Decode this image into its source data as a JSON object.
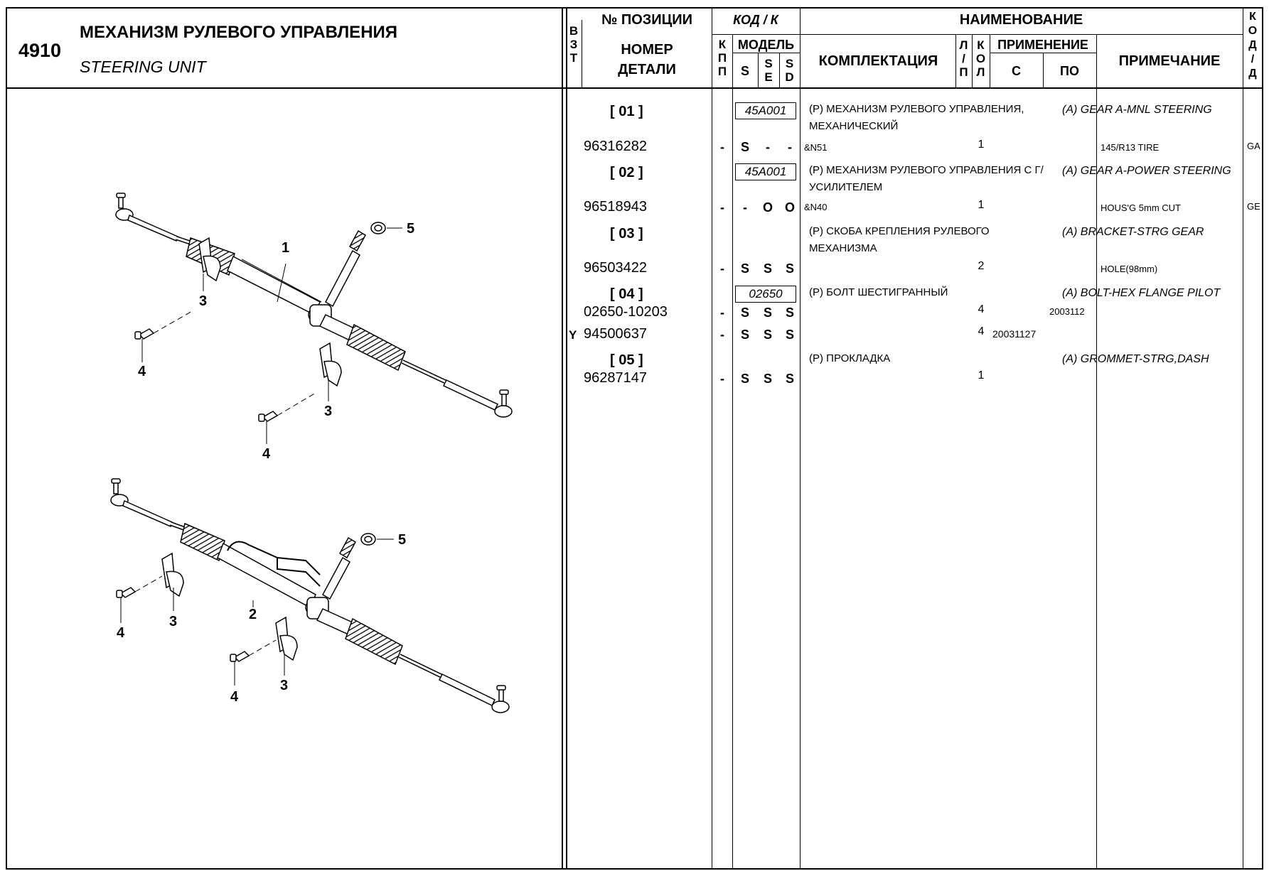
{
  "header": {
    "section_number": "4910",
    "title_ru": "МЕХАНИЗМ РУЛЕВОГО УПРАВЛЕНИЯ",
    "title_en": "STEERING UNIT",
    "col_vzt": [
      "В",
      "З",
      "Т"
    ],
    "col_position_top": "№ ПОЗИЦИИ",
    "col_part_number": [
      "НОМЕР",
      "ДЕТАЛИ"
    ],
    "col_code": "КОД / К",
    "col_kpp": [
      "К",
      "П",
      "П"
    ],
    "col_model": "МОДЕЛЬ",
    "col_model_s": "S",
    "col_model_se": [
      "S",
      "E"
    ],
    "col_model_sd": [
      "S",
      "D"
    ],
    "col_name": "НАИМЕНОВАНИЕ",
    "col_kit": "КОМПЛЕКТАЦИЯ",
    "col_lp": [
      "Л",
      "/",
      "П"
    ],
    "col_qty": [
      "К",
      "О",
      "Л"
    ],
    "col_application": "ПРИМЕНЕНИЕ",
    "col_from": "С",
    "col_to": "ПО",
    "col_note": "ПРИМЕЧАНИЕ",
    "col_kod_d": [
      "К",
      "О",
      "Д",
      "/",
      "Д"
    ]
  },
  "diagram": {
    "callouts_top": [
      "1",
      "5",
      "3",
      "4",
      "3",
      "4"
    ],
    "callouts_bottom": [
      "5",
      "2",
      "3",
      "4",
      "3",
      "4"
    ]
  },
  "rows": [
    {
      "position": "[ 01 ]",
      "code": "45A001",
      "desc_ru": "(Р) МЕХАНИЗМ РУЛЕВОГО УПРАВЛЕНИЯ, МЕХАНИЧЕСКИЙ",
      "desc_en": "(A) GEAR A-MNL STEERING"
    },
    {
      "part": "96316282",
      "kpp": "-",
      "s": "S",
      "se": "-",
      "sd": "-",
      "kit": "&N51",
      "qty": "1",
      "note": "145/R13 TIRE",
      "kod": "GA"
    },
    {
      "position": "[ 02 ]",
      "code": "45A001",
      "desc_ru": "(Р) МЕХАНИЗМ РУЛЕВОГО УПРАВЛЕНИЯ С Г/УСИЛИТЕЛЕМ",
      "desc_en": "(A) GEAR A-POWER STEERING"
    },
    {
      "part": "96518943",
      "kpp": "-",
      "s": "-",
      "se": "O",
      "sd": "O",
      "kit": "&N40",
      "qty": "1",
      "note": "HOUS'G 5mm CUT",
      "kod": "GE"
    },
    {
      "position": "[ 03 ]",
      "desc_ru": "(Р) СКОБА КРЕПЛЕНИЯ РУЛЕВОГО МЕХАНИЗМА",
      "desc_en": "(A) BRACKET-STRG GEAR"
    },
    {
      "part": "96503422",
      "kpp": "-",
      "s": "S",
      "se": "S",
      "sd": "S",
      "qty": "2",
      "note": "HOLE(98mm)"
    },
    {
      "position": "[ 04 ]",
      "code": "02650",
      "desc_ru": "(Р) БОЛТ ШЕСТИГРАННЫЙ",
      "desc_en": "(A) BOLT-HEX FLANGE PILOT"
    },
    {
      "part": "02650-10203",
      "kpp": "-",
      "s": "S",
      "se": "S",
      "sd": "S",
      "qty": "4",
      "to": "2003112"
    },
    {
      "vzt": "Y",
      "part": "94500637",
      "kpp": "-",
      "s": "S",
      "se": "S",
      "sd": "S",
      "qty": "4",
      "from": "20031127"
    },
    {
      "position": "[ 05 ]",
      "desc_ru": "(Р) ПРОКЛАДКА",
      "desc_en": "(A) GROMMET-STRG,DASH"
    },
    {
      "part": "96287147",
      "kpp": "-",
      "s": "S",
      "se": "S",
      "sd": "S",
      "qty": "1"
    }
  ]
}
